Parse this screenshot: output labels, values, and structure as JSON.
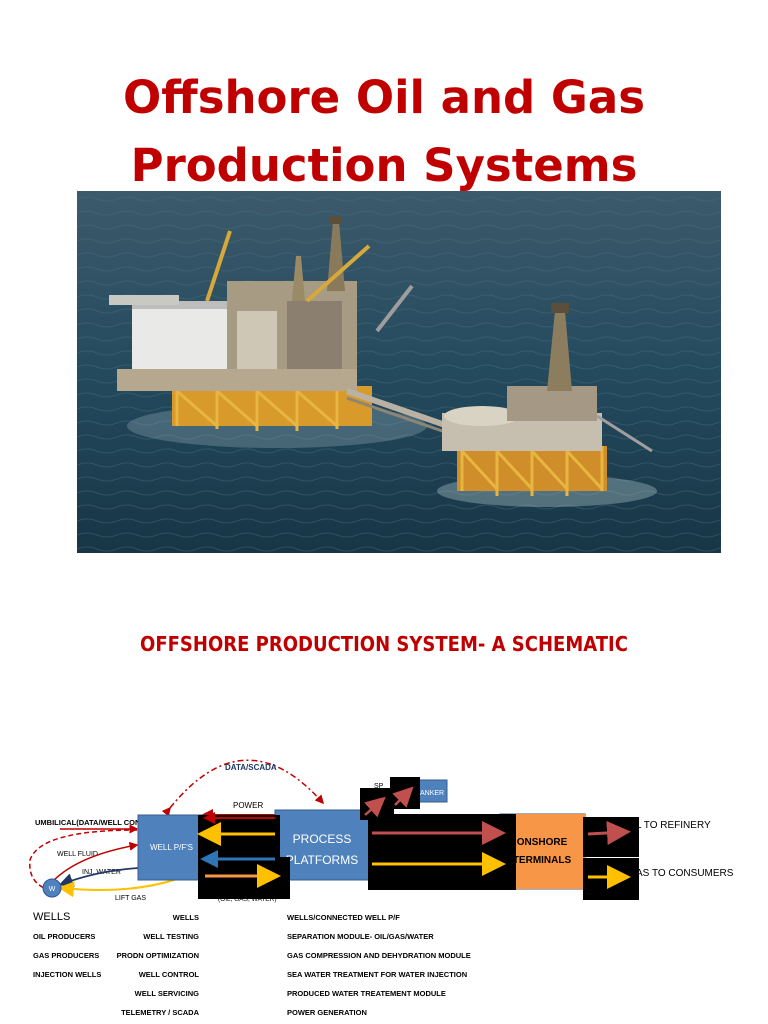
{
  "title": {
    "line1": "Offshore Oil and Gas",
    "line2": "Production Systems"
  },
  "subtitle": "OFFSHORE PRODUCTION SYSTEM- A SCHEMATIC",
  "schematic": {
    "data_scada": "DATA/SCADA",
    "power": "POWER",
    "umbilical": "UMBILICAL(DATA/WELL CONTROL)",
    "well_fluid": "WELL FLUID",
    "inj_water": "INJ. WATER",
    "lift_gas": "LIFT GAS",
    "well_pf": "WELL P/F'S",
    "process_line1": "PROCESS",
    "process_line2": "PLATFORMS",
    "onshore_line1": "ONSHORE",
    "onshore_line2": "TERMINALS",
    "spm_fragment": "SP",
    "tanker_fragment": "ANKER",
    "refinery_fragment": "L TO REFINERY",
    "consumers_fragment": "AS TO CONSUMERS",
    "oil_gas_water_fragment": "(OIL, GAS, WATER)",
    "well_marker": "W",
    "wells_heading": "WELLS",
    "col1": [
      "OIL PRODUCERS",
      "GAS PRODUCERS",
      "INJECTION WELLS"
    ],
    "col2": [
      "WELLS",
      "WELL TESTING",
      "PRODN OPTIMIZATION",
      "WELL CONTROL",
      "WELL SERVICING",
      "TELEMETRY / SCADA"
    ],
    "col3": [
      "WELLS/CONNECTED WELL P/F",
      "SEPARATION MODULE- OIL/GAS/WATER",
      "GAS COMPRESSION AND DEHYDRATION MODULE",
      "SEA WATER TREATMENT FOR WATER INJECTION",
      "PRODUCED WATER TREATEMENT MODULE",
      "POWER GENERATION"
    ]
  },
  "colors": {
    "title_red": "#c00000",
    "box_blue": "#4f81bd",
    "box_orange": "#f79646",
    "arrow_red": "#c0504d",
    "arrow_yellow": "#ffc000",
    "arrow_navy": "#1f3864"
  }
}
